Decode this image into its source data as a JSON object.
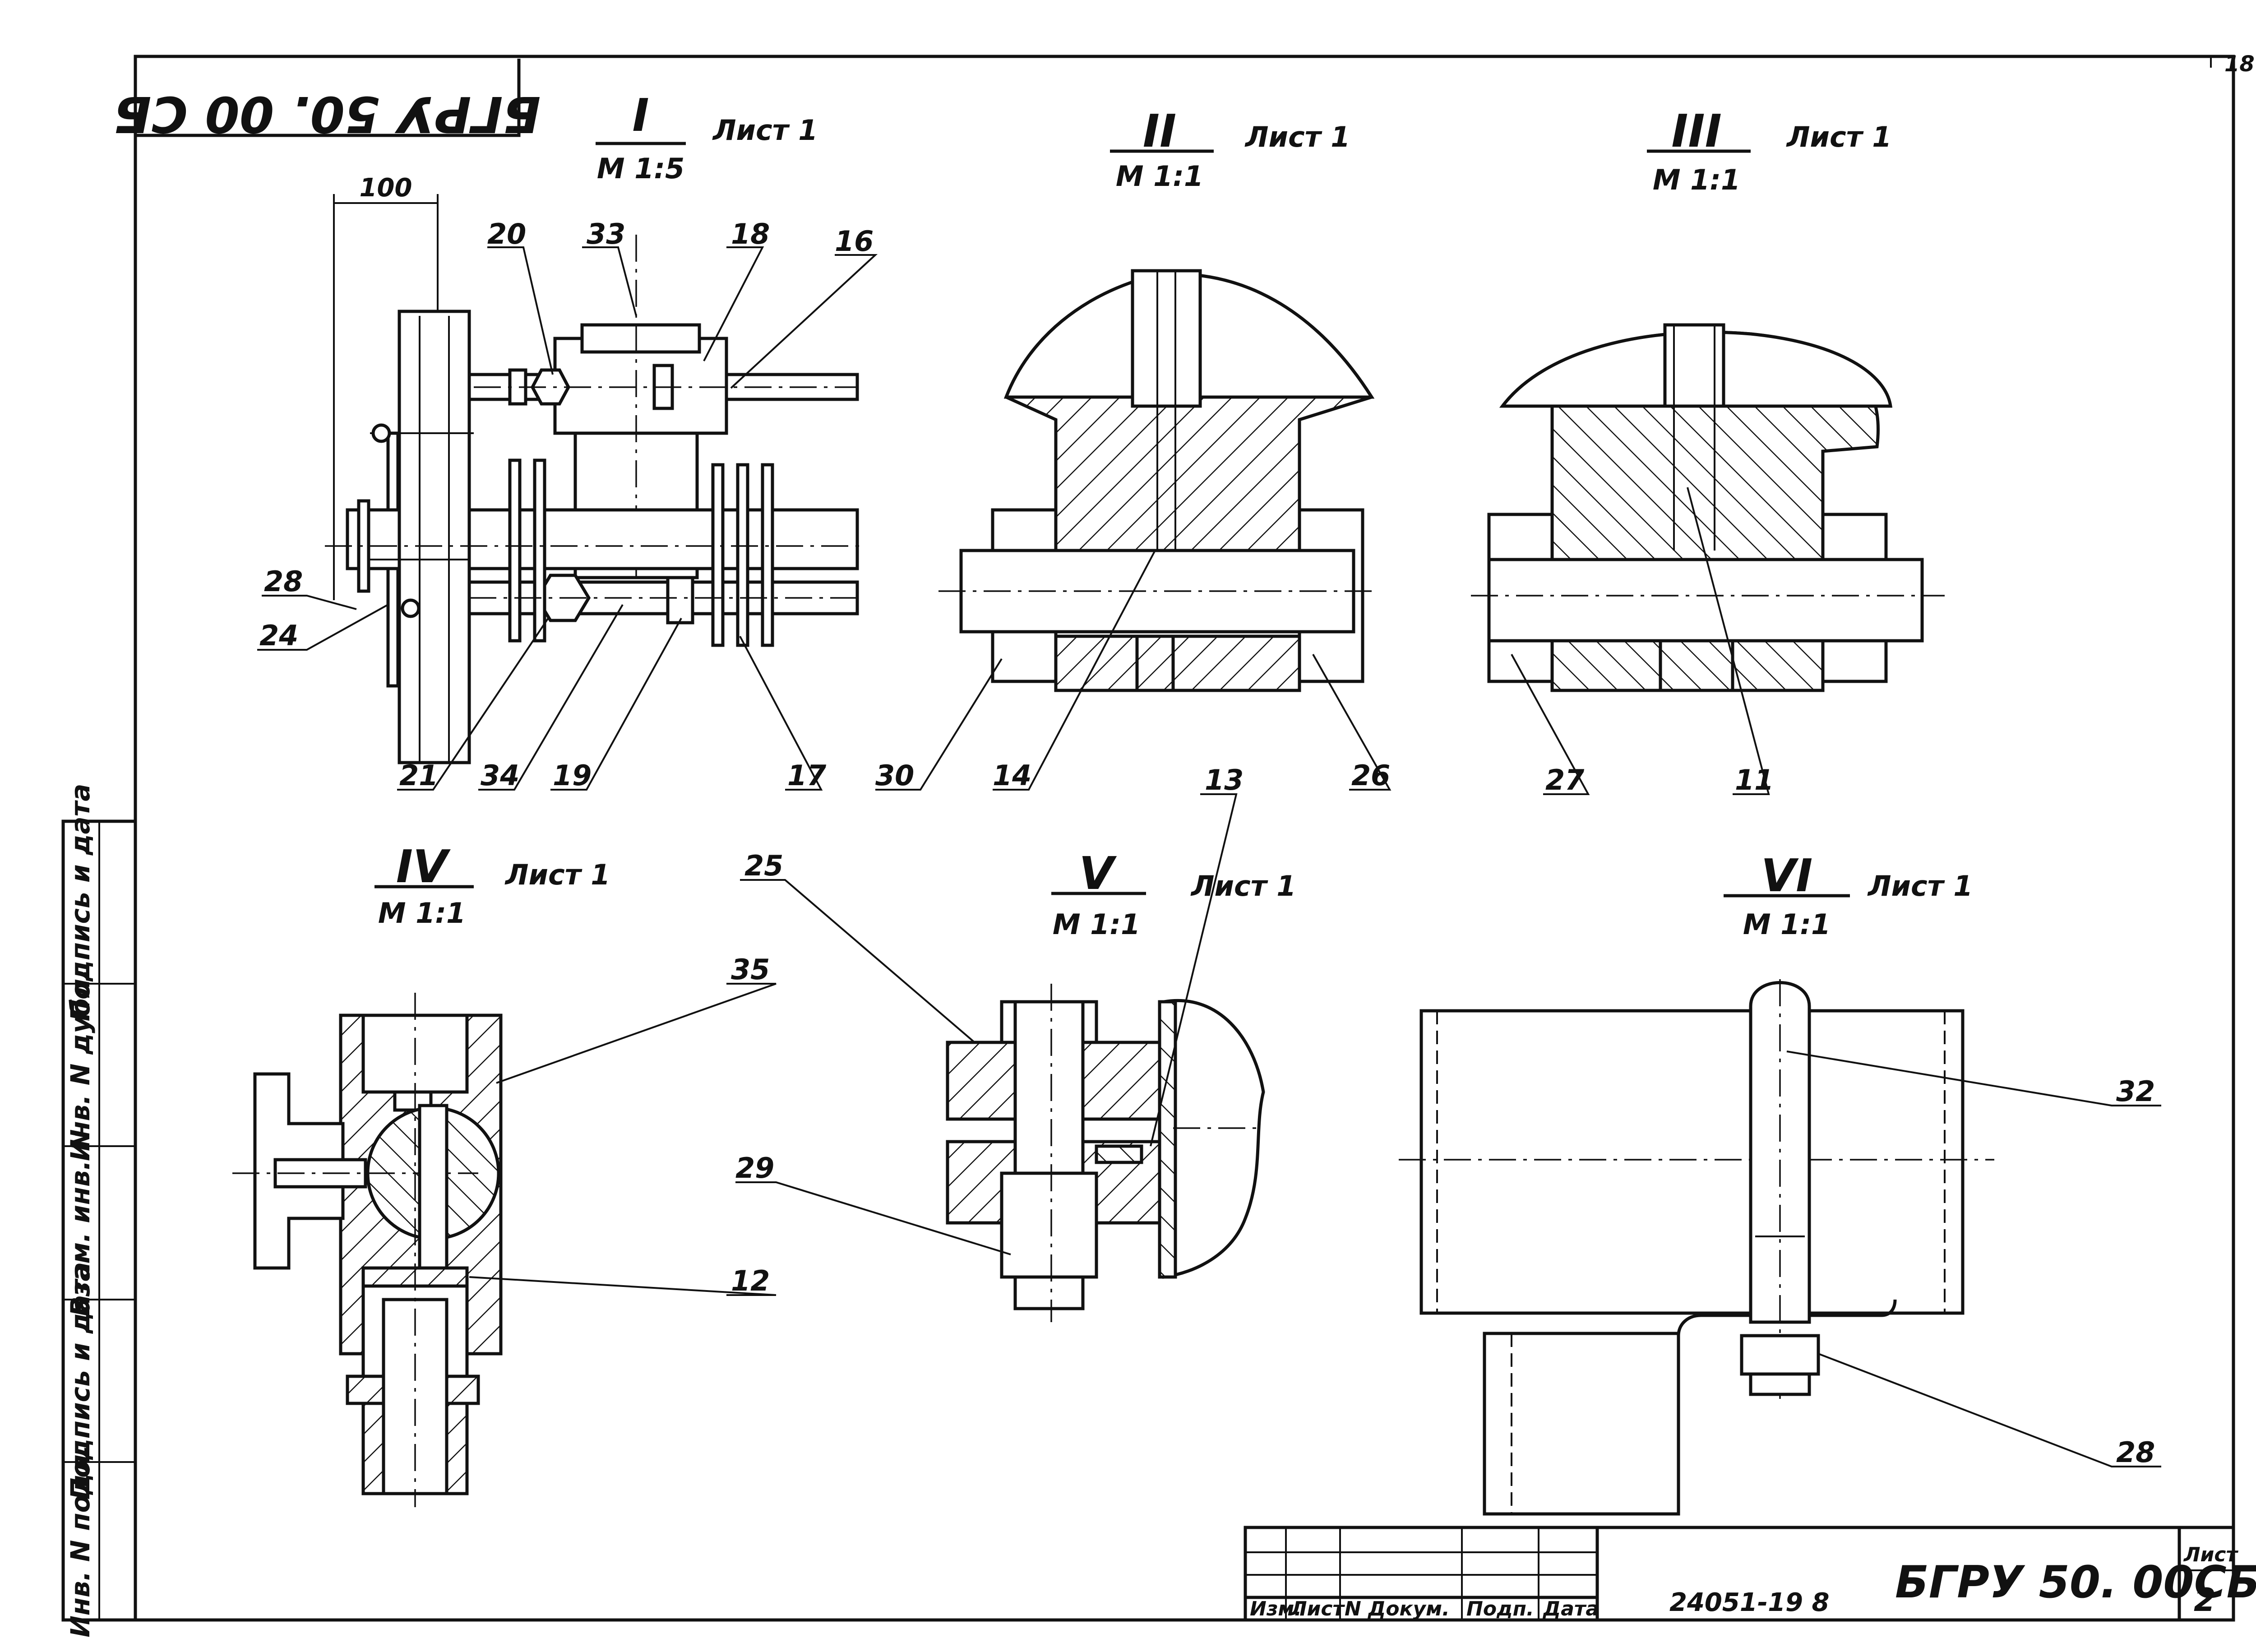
{
  "sheet": {
    "corner_number": "18",
    "stamp_code": "БГРУ 50. 00 СБ",
    "title_code": "БГРУ 50. 00СБ",
    "archive_number": "24051-19 8",
    "sheet_label": "Лист",
    "sheet_number": "2"
  },
  "title_block": {
    "headers": [
      "Изм.",
      "Лист",
      "N Докум.",
      "Подп.",
      "Дата"
    ]
  },
  "side_strip": {
    "labels": [
      "Инв. N подл.",
      "Подпись и дата",
      "Взам. инв. N",
      "Инв. N дубл.",
      "Подпись и дата"
    ]
  },
  "views": [
    {
      "numeral": "I",
      "scale": "М 1:5",
      "sheet_ref": "Лист 1"
    },
    {
      "numeral": "II",
      "scale": "М 1:1",
      "sheet_ref": "Лист 1"
    },
    {
      "numeral": "III",
      "scale": "М 1:1",
      "sheet_ref": "Лист 1"
    },
    {
      "numeral": "IV",
      "scale": "М 1:1",
      "sheet_ref": "Лист 1"
    },
    {
      "numeral": "V",
      "scale": "М 1:1",
      "sheet_ref": "Лист 1"
    },
    {
      "numeral": "VI",
      "scale": "М 1:1",
      "sheet_ref": "Лист 1"
    }
  ],
  "dimensions": {
    "view1_width": "100"
  },
  "callouts": {
    "v1": [
      "20",
      "33",
      "18",
      "16",
      "28",
      "24",
      "21",
      "34",
      "19",
      "17"
    ],
    "v2": [
      "30",
      "14",
      "26"
    ],
    "v3": [
      "27",
      "11"
    ],
    "v4": [
      "35",
      "12"
    ],
    "v5": [
      "25",
      "13",
      "29"
    ],
    "v6": [
      "32",
      "28"
    ]
  }
}
